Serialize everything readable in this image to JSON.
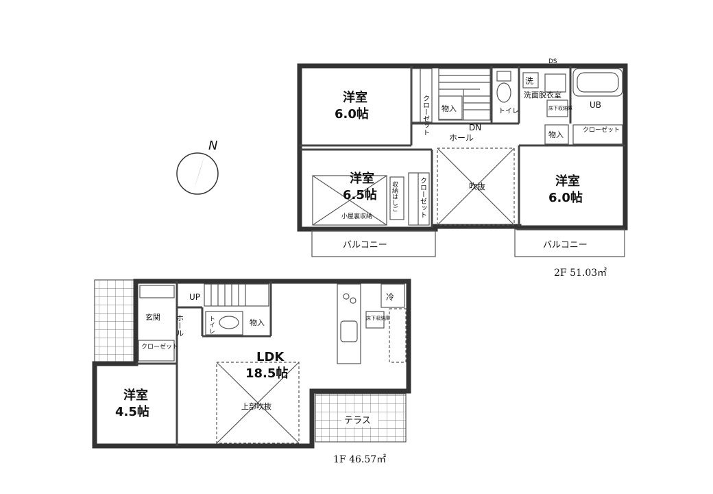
{
  "second_floor": {
    "area_label": "2F 51.03㎡",
    "rooms": {
      "western_a": {
        "name": "洋室",
        "size": "6.0帖"
      },
      "western_b": {
        "name": "洋室",
        "size": "6.5帖"
      },
      "western_c": {
        "name": "洋室",
        "size": "6.0帖"
      }
    },
    "closet_a": "クローゼット",
    "closet_b": "クローゼット",
    "closet_c": "クローゼット",
    "storage_a": "物入",
    "storage_b": "物入",
    "attic_storage": "小屋裏収納",
    "storage_ladder": "収納はしご",
    "stairs_dn": "DN",
    "hall": "ホール",
    "toilet": "トイレ",
    "washroom": "洗面脱衣室",
    "washer": "洗",
    "underfloor": "床下収納庫",
    "ds": "DS",
    "bath": "UB",
    "void": "吹抜",
    "balcony_a": "バルコニー",
    "balcony_b": "バルコニー"
  },
  "first_floor": {
    "area_label": "1F 46.57㎡",
    "rooms": {
      "ldk": {
        "name": "LDK",
        "size": "18.5帖"
      },
      "western": {
        "name": "洋室",
        "size": "4.5帖"
      }
    },
    "entrance": "玄関",
    "hall": "ホール",
    "stairs_up": "UP",
    "toilet": "トイレ",
    "storage": "物入",
    "closet": "クローゼット",
    "fridge": "冷",
    "underfloor": "床下収納庫",
    "upper_void": "上部吹抜",
    "terrace": "テラス"
  },
  "compass": {
    "north": "N"
  }
}
